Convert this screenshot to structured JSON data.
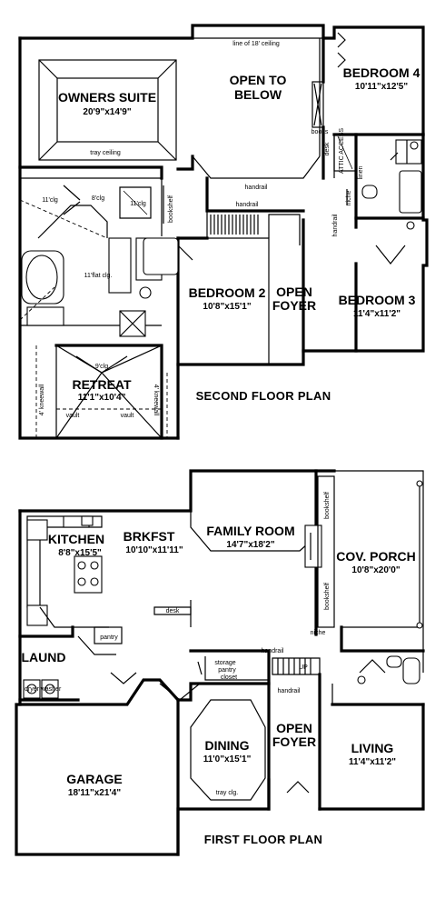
{
  "second_floor": {
    "title": "SECOND FLOOR PLAN",
    "rooms": {
      "owners_suite": {
        "name": "OWNERS SUITE",
        "dim": "20'9\"x14'9\""
      },
      "open_to_below": {
        "name_line1": "OPEN TO",
        "name_line2": "BELOW"
      },
      "bedroom4": {
        "name": "BEDROOM 4",
        "dim": "10'11\"x12'5\""
      },
      "bedroom2": {
        "name": "BEDROOM 2",
        "dim": "10'8\"x15'1\""
      },
      "open_foyer": {
        "name_line1": "OPEN",
        "name_line2": "FOYER"
      },
      "bedroom3": {
        "name": "BEDROOM 3",
        "dim": "11'4\"x11'2\""
      },
      "retreat": {
        "name": "RETREAT",
        "dim": "11'1\"x10'4\""
      }
    },
    "notes": {
      "ceiling_line": "line of 18' ceiling",
      "tray_ceiling": "tray ceiling",
      "handrail_1": "handrail",
      "handrail_2": "handrail",
      "handrail_3": "handrail",
      "books": "books",
      "desk": "desk",
      "attic_access": "ATTIC ACCESS",
      "niche": "niche",
      "linen": "linen",
      "clg_11_left": "11'clg",
      "clg_8": "8'clg",
      "clg_11_right": "11'clg",
      "flat_clg": "11'flat clg.",
      "clg_9": "9'clg",
      "kneewall_left": "4' kneewall",
      "kneewall_right": "4' kneewall",
      "vault_left": "vault",
      "vault_right": "vault",
      "bookshelf": "bookshelf"
    }
  },
  "first_floor": {
    "title": "FIRST FLOOR PLAN",
    "rooms": {
      "kitchen": {
        "name": "KITCHEN",
        "dim": "8'8\"x15'5\""
      },
      "brkfst": {
        "name": "BRKFST",
        "dim": "10'10\"x11'11\""
      },
      "family_room": {
        "name": "FAMILY ROOM",
        "dim": "14'7\"x18'2\""
      },
      "cov_porch": {
        "name": "COV. PORCH",
        "dim": "10'8\"x20'0\""
      },
      "laund": {
        "name": "LAUND"
      },
      "dining": {
        "name": "DINING",
        "dim": "11'0\"x15'1\""
      },
      "open_foyer": {
        "name_line1": "OPEN",
        "name_line2": "FOYER"
      },
      "living": {
        "name": "LIVING",
        "dim": "11'4\"x11'2\""
      },
      "garage": {
        "name": "GARAGE",
        "dim": "18'11\"x21'4\""
      }
    },
    "notes": {
      "desk": "desk",
      "pantry": "pantry",
      "niche": "niche",
      "handrail_1": "handrail",
      "handrail_2": "handrail",
      "storage": "storage",
      "pantry_stair": "pantry",
      "closet": "closet",
      "up": "UP",
      "tray_clg": "tray clg.",
      "bookshelf_top": "bookshelf",
      "bookshelf_bottom": "bookshelf",
      "dryer": "dryer",
      "washer": "washer"
    }
  }
}
